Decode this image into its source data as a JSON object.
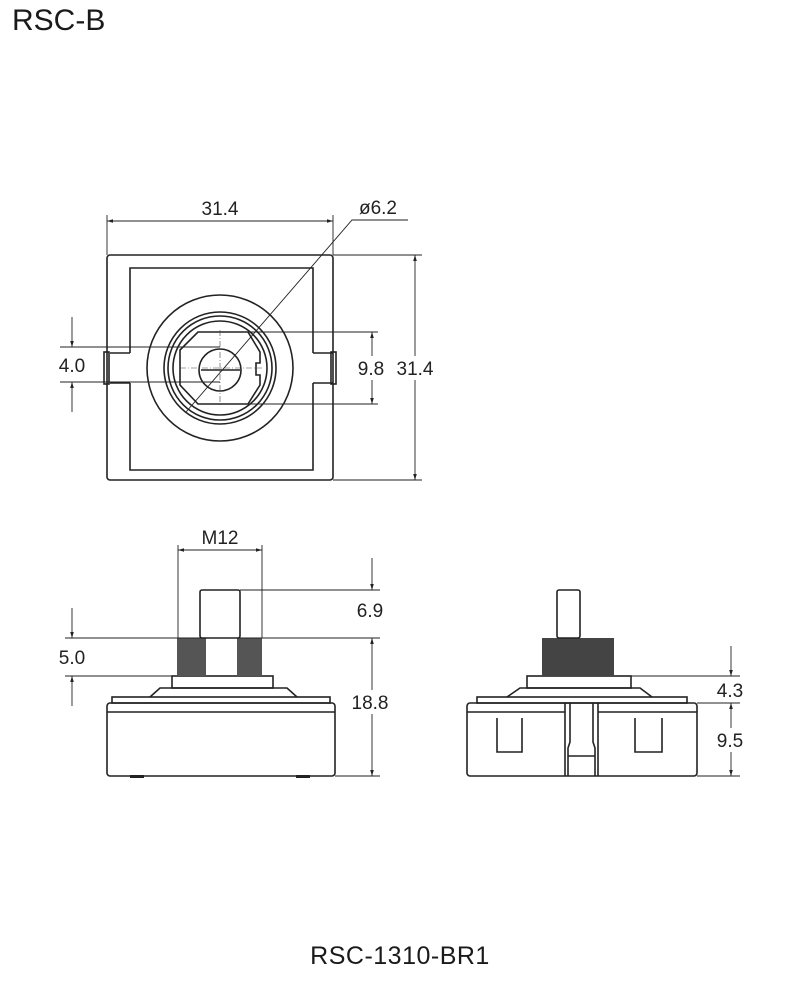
{
  "title": "RSC-B",
  "model": "RSC-1310-BR1",
  "dimensions": {
    "top_width": "31.4",
    "top_height": "31.4",
    "shaft_diameter": "ø6.2",
    "slot_width": "9.8",
    "notch_width": "4.0",
    "thread": "M12",
    "shaft_length": "6.9",
    "thread_length": "5.0",
    "total_height": "18.8",
    "collar_height": "4.3",
    "body_height": "9.5"
  }
}
